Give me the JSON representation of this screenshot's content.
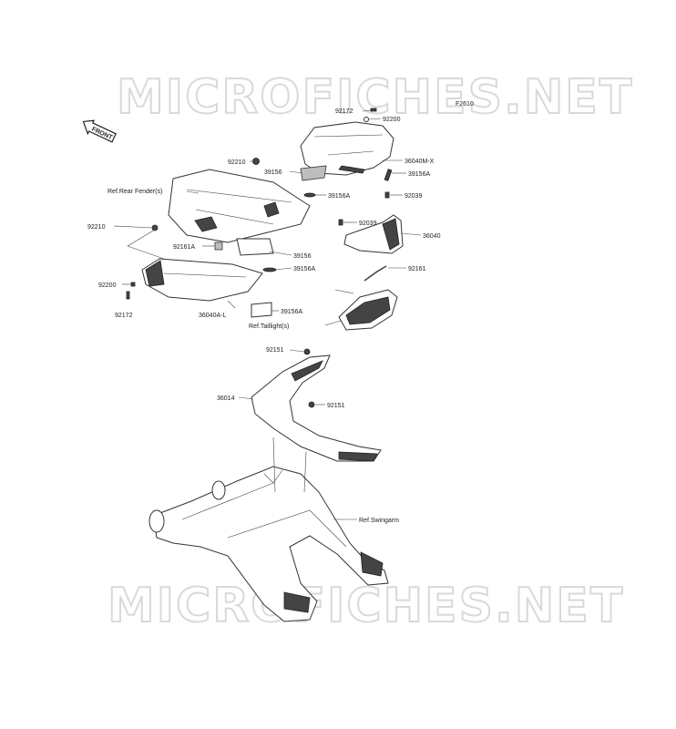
{
  "watermarks": [
    "MICROFICHES.NET",
    "MICROFICHES.NET"
  ],
  "figure_id": "F2610",
  "front_label": "FRONT",
  "colors": {
    "ink": "#222222",
    "watermark": "#d9d9d9",
    "shade": "#444444"
  },
  "labels": {
    "p92172_top": "92172",
    "p92200_top": "92200",
    "p92210_top": "92210",
    "p39156_top": "39156",
    "p36040MX": "36040M-X",
    "p39156A_r1": "39156A",
    "p39156A_c1": "39156A",
    "p92039_r1": "92039",
    "p92039_c1": "92039",
    "ref_rear_fender": "Ref.Rear Fender(s)",
    "p92210_left": "92210",
    "p36040": "36040",
    "p92161A": "92161A",
    "p39156_mid": "39156",
    "p39156A_mid": "39156A",
    "p92161": "92161",
    "p92200_left": "92200",
    "p92172_left": "92172",
    "p36040AL": "36040A-L",
    "p39156A_low": "39156A",
    "ref_taillight": "Ref.Taillight(s)",
    "p92151_top": "92151",
    "p36014": "36014",
    "p92151_mid": "92151",
    "ref_swingarm": "Ref.Swingarm"
  }
}
